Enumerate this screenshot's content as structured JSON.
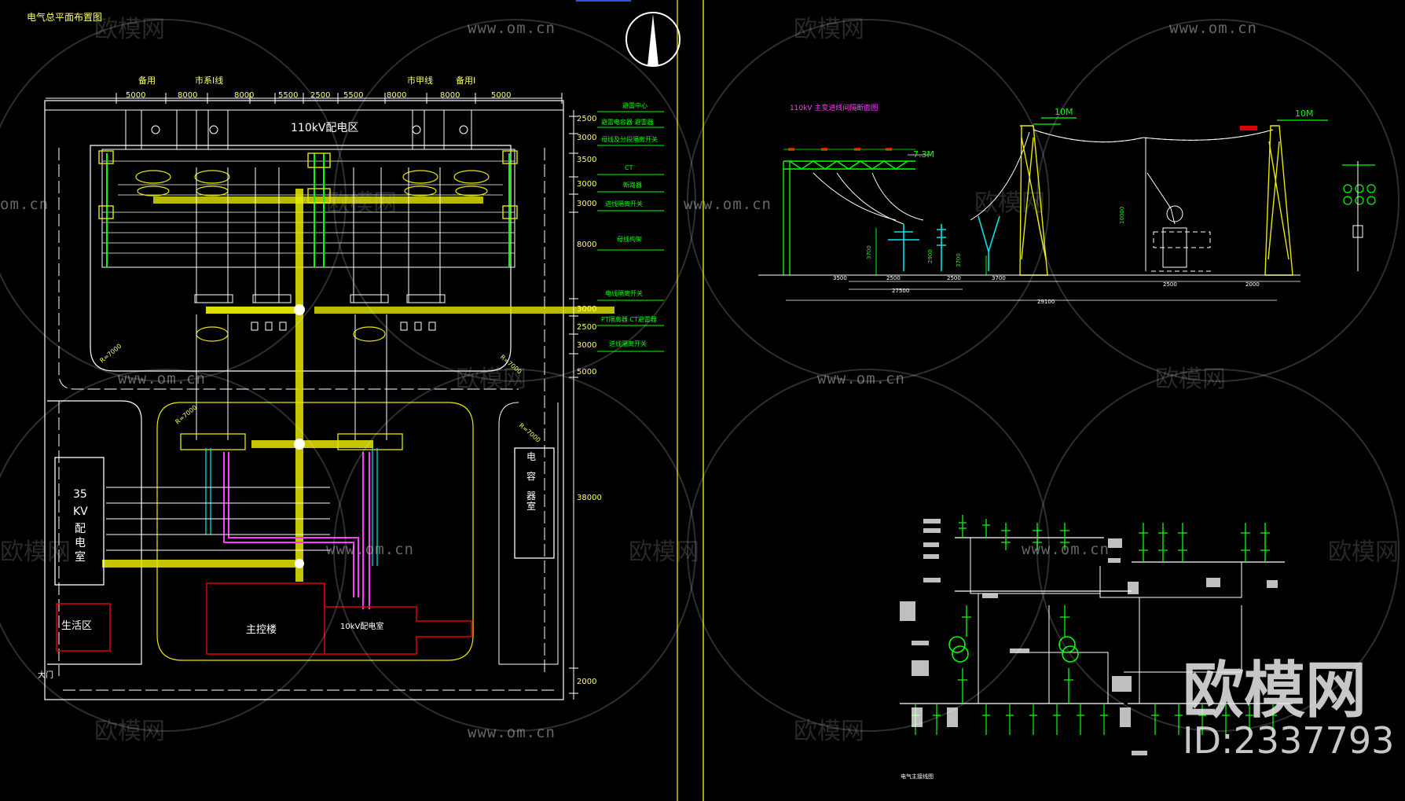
{
  "colors": {
    "background": "#000000",
    "yellow": "#e8e800",
    "green": "#00ff00",
    "cyan": "#00e5e5",
    "magenta": "#ff3cff",
    "red": "#e00000",
    "white": "#ffffff"
  },
  "left_sheet": {
    "title": "电气总平面布置图",
    "bay_labels": [
      "备用",
      "市系Ⅰ线",
      "市甲线",
      "备用Ⅰ"
    ],
    "top_dimensions": [
      "5000",
      "8000",
      "8000",
      "5500",
      "2500",
      "5500",
      "8000",
      "8000",
      "5000"
    ],
    "area_110kv": "110kV配电区",
    "right_dimensions": [
      "2500",
      "3000",
      "3500",
      "3000",
      "3000",
      "8000",
      "3000",
      "2500",
      "3000",
      "5000",
      "38000",
      "2000"
    ],
    "equipment_labels": [
      "避雷中心",
      "避雷电容器  避雷器",
      "母线及分段隔离开关",
      "CT",
      "断路器",
      "进线隔离开关",
      "母线构架",
      "电线隔离开关",
      "PT隔离器  CT避雷器",
      "进线隔离开关"
    ],
    "room_35kv": [
      "35",
      "KV",
      "配",
      "电",
      "室"
    ],
    "control_room_right": [
      "电",
      "容",
      "器",
      "室"
    ],
    "living_area": "生活区",
    "main_control": "主控楼",
    "room_10kv": "10kV配电室",
    "gate_label": "大门",
    "road_radius": "R=7000"
  },
  "right_top": {
    "title": "110kV 主变进线间隔断面图",
    "level_1": "7.3M",
    "level_2": "10M",
    "level_3": "10M",
    "dims_bottom": [
      "3500",
      "2500",
      "2500",
      "3700",
      "2500",
      "2000"
    ],
    "dims_total": [
      "27500",
      "29100"
    ],
    "dims_height": [
      "3700",
      "2900",
      "3700",
      "10000"
    ]
  },
  "right_bottom": {
    "caption": "电气主接线图"
  },
  "watermarks": {
    "brand": "欧模网",
    "url": "www.om.cn",
    "url_partial": "om.cn",
    "big_brand": "欧模网",
    "id_text": "ID:2337793"
  }
}
